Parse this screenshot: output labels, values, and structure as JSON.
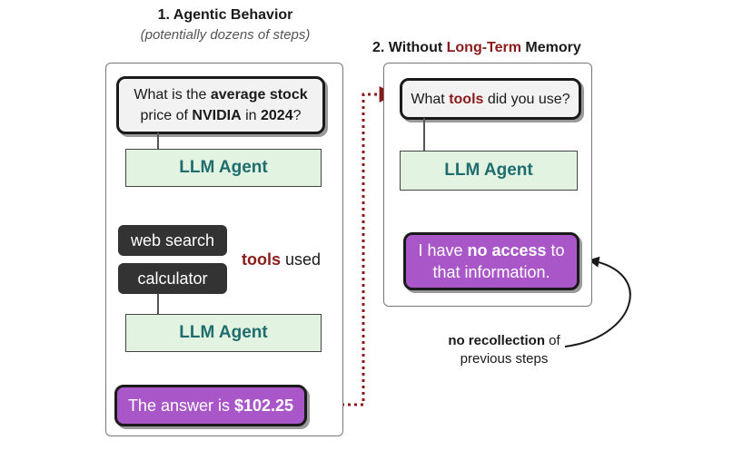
{
  "left": {
    "title": "1. Agentic Behavior",
    "subtitle": "(potentially dozens of steps)",
    "question": {
      "pre": "What is the ",
      "bold1": "average stock",
      "mid": "price",
      "mid2": " of ",
      "bold2": "NVIDIA",
      "mid3": " in ",
      "bold3": "2024",
      "post": "?"
    },
    "agent1": "LLM Agent",
    "tools": [
      "web search",
      "calculator"
    ],
    "tools_label": {
      "highlight": "tools",
      "rest": " used"
    },
    "agent2": "LLM Agent",
    "answer": {
      "pre": "The answer is ",
      "bold": "$102.25"
    }
  },
  "right": {
    "title": {
      "pre": "2. Without ",
      "highlight": "Long-Term",
      "post": " Memory"
    },
    "question": {
      "pre": "What ",
      "highlight": "tools",
      "post": " did you use?"
    },
    "agent": "LLM Agent",
    "response": {
      "pre": "I have ",
      "bold": "no access",
      "post1": " to",
      "post2": "that information."
    }
  },
  "annotation": {
    "bold": "no recollection",
    "rest": " of",
    "line2": "previous steps"
  },
  "colors": {
    "highlight": "#8b1a1a",
    "agent_fill": "#e3f3e1",
    "agent_text": "#1f6d6d",
    "purple": "#a957c8",
    "tool_fill": "#333333"
  }
}
